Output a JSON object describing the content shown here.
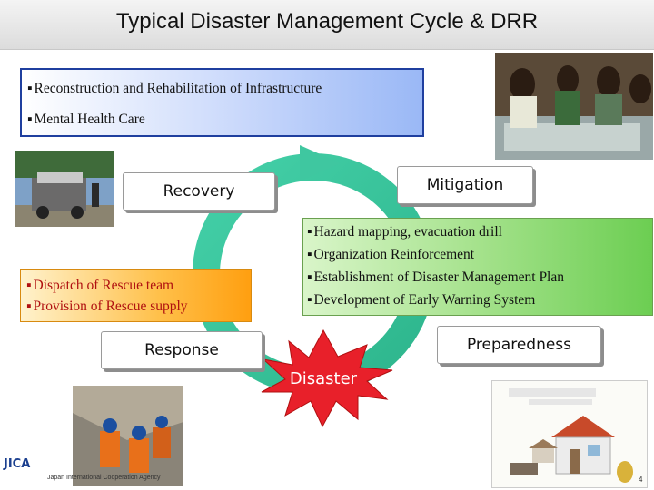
{
  "title": "Typical Disaster Management Cycle & DRR",
  "recovery_box": {
    "items": [
      "Reconstruction and Rehabilitation of Infrastructure",
      "Mental Health Care"
    ]
  },
  "phases": {
    "recovery": "Recovery",
    "mitigation": "Mitigation",
    "response": "Response",
    "preparedness": "Preparedness",
    "disaster": "Disaster"
  },
  "response_box": {
    "items": [
      "Dispatch of Rescue team",
      "Provision of  Rescue supply"
    ]
  },
  "mitigation_box": {
    "items": [
      "Hazard mapping, evacuation drill",
      "Organization Reinforcement",
      "Establishment of Disaster Management Plan",
      "Development of Early Warning System"
    ]
  },
  "footer": {
    "logo": "JICA",
    "org": "Japan International Cooperation Agency",
    "page": "4"
  },
  "colors": {
    "cycle_arrow": "#3fc7a0",
    "disaster_burst": "#e8202a",
    "recovery_box_border": "#1f3f9f",
    "response_box": "#ffa820",
    "mitigation_box": "#7fd35f"
  }
}
